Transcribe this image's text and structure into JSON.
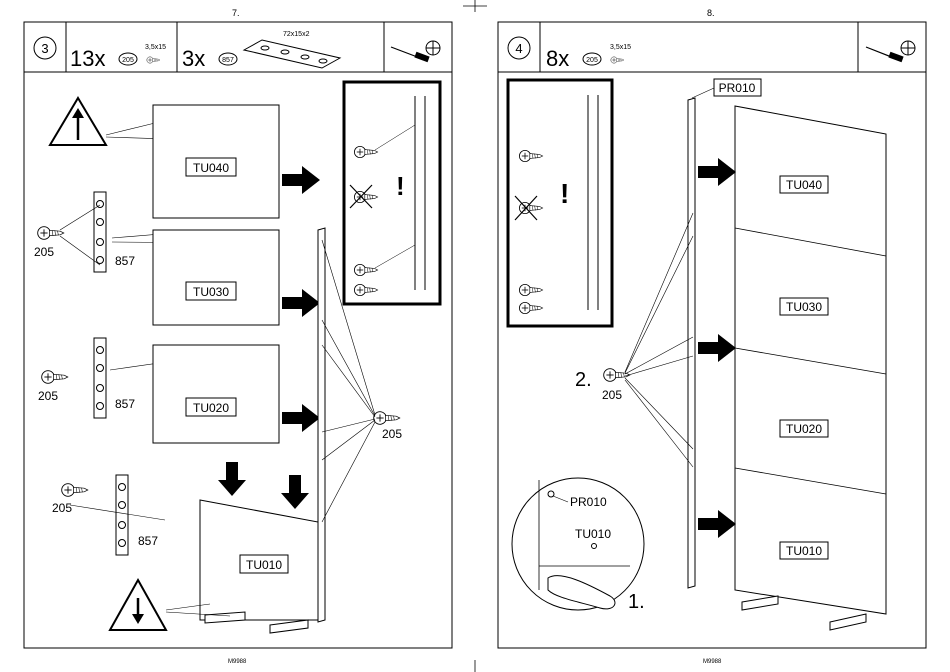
{
  "pages": [
    {
      "page_number": "7.",
      "footer": "M9988",
      "step": "3",
      "parts": [
        {
          "qty": "13x",
          "code": "205",
          "size": "3,5x15"
        },
        {
          "qty": "3x",
          "code": "857",
          "size": "72x15x2"
        }
      ],
      "panels": [
        "TU040",
        "TU030",
        "TU020",
        "TU010"
      ],
      "screw_label": "205",
      "bracket_label": "857"
    },
    {
      "page_number": "8.",
      "footer": "M9988",
      "step": "4",
      "parts": [
        {
          "qty": "8x",
          "code": "205",
          "size": "3,5x15"
        }
      ],
      "panels": [
        "TU040",
        "TU030",
        "TU020",
        "TU010"
      ],
      "side_panel": "PR010",
      "screw_label": "205",
      "detail_labels": [
        "PR010",
        "TU010"
      ],
      "order_labels": [
        "2.",
        "1."
      ]
    }
  ]
}
